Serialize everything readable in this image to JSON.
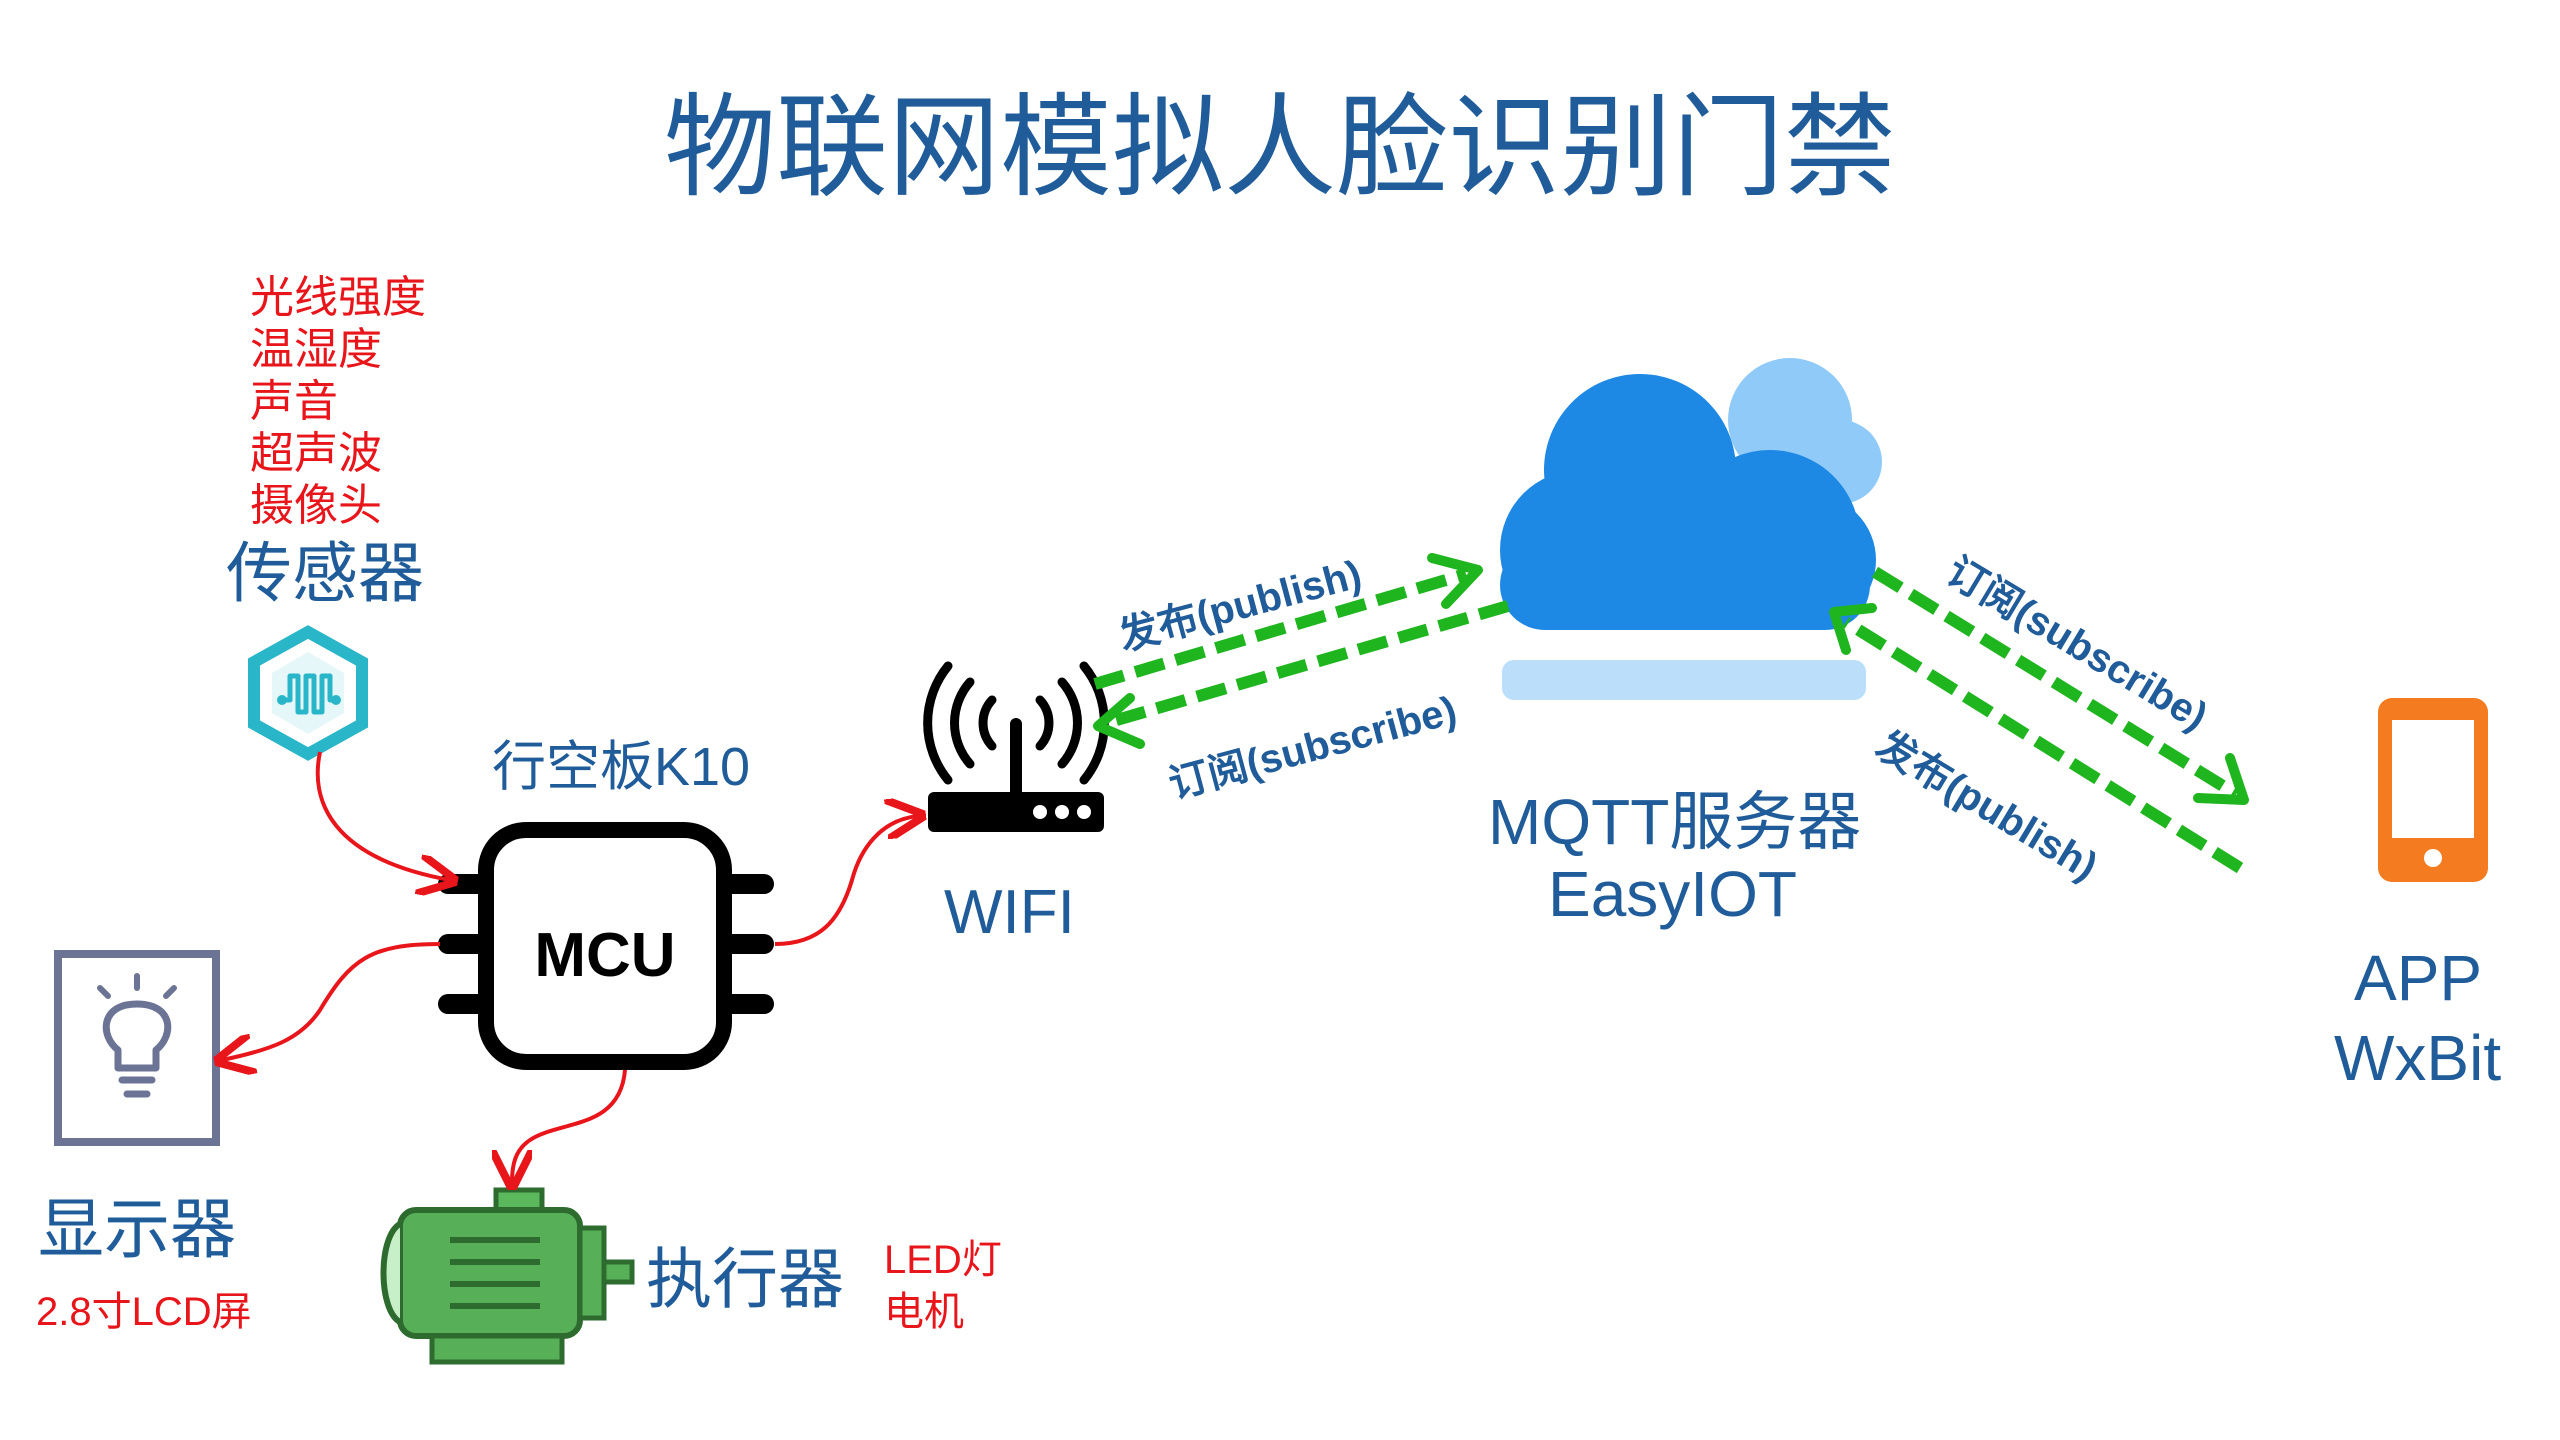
{
  "title": "物联网模拟人脸识别门禁",
  "sensor": {
    "items": [
      "光线强度",
      "温湿度",
      "声音",
      "超声波",
      "摄像头"
    ],
    "label": "传感器"
  },
  "board": {
    "label": "行空板K10",
    "chip_text": "MCU"
  },
  "wifi": {
    "label": "WIFI"
  },
  "server": {
    "line1": "MQTT服务器",
    "line2": "EasyIOT"
  },
  "app": {
    "line1": "APP",
    "line2": "WxBit"
  },
  "display": {
    "label": "显示器",
    "detail": "2.8寸LCD屏"
  },
  "actuator": {
    "label": "执行器",
    "detail1": "LED灯",
    "detail2": "电机"
  },
  "edges": {
    "wifi_to_server": "发布(publish)",
    "server_to_wifi": "订阅(subscribe)",
    "server_to_app": "订阅(subscribe)",
    "app_to_server": "发布(publish)"
  },
  "colors": {
    "text_blue": "#1f5c99",
    "text_red": "#e8151b",
    "arrow_green": "#1fb51f",
    "arrow_red": "#e8151b",
    "cloud_blue": "#1e88e5",
    "cloud_light": "#90caf9",
    "phone_orange": "#f47b20",
    "motor_green": "#4caf50",
    "sensor_cyan": "#29b6c9",
    "bulb_frame": "#6b7494"
  }
}
